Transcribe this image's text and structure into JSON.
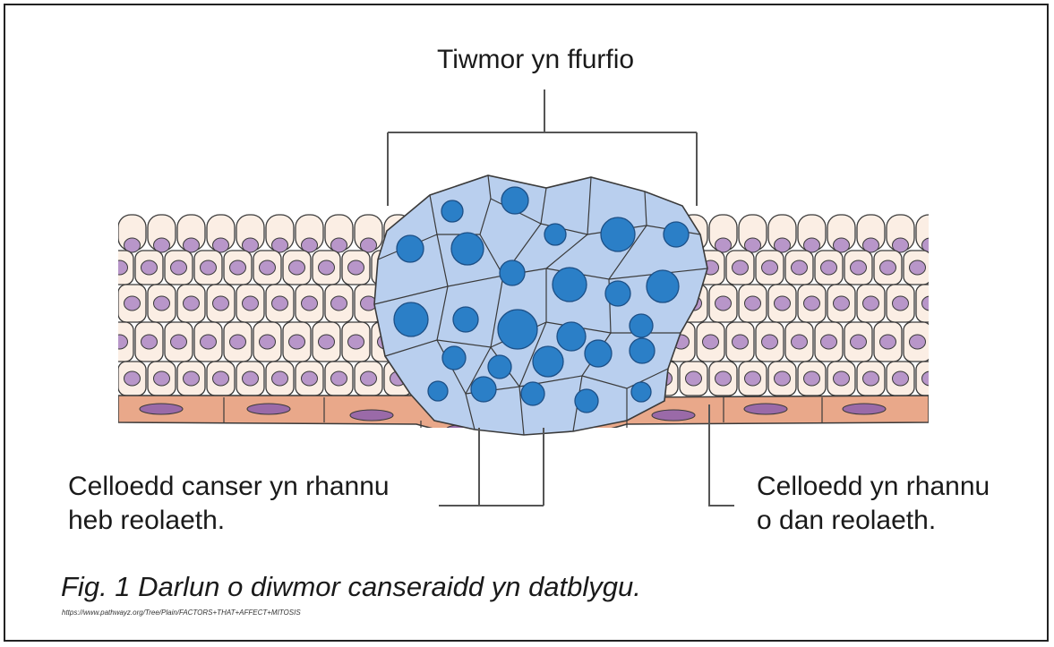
{
  "labels": {
    "tumor": "Tiwmor yn ffurfio",
    "cancer_cells": [
      "Celloedd canser yn rhannu",
      "heb reolaeth."
    ],
    "normal_cells": [
      "Celloedd yn rhannu",
      "o dan reolaeth."
    ]
  },
  "caption": "Fig. 1 Darlun o diwmor canseraidd yn datblygu.",
  "source": "https://www.pathwayz.org/Tree/Plain/FACTORS+THAT+AFFECT+MITOSIS",
  "colors": {
    "normal_cell_fill": "#fbeee4",
    "normal_nucleus": "#b896c9",
    "basal_layer": "#e9a88a",
    "basal_nucleus": "#9a6aa8",
    "tumor_cell_fill": "#b9cfee",
    "tumor_nucleus": "#2b7fc7",
    "outline": "#3a3a3a",
    "leader_line": "#555555"
  },
  "icons": {
    "diagram": "epithelial-tissue-with-tumor"
  }
}
